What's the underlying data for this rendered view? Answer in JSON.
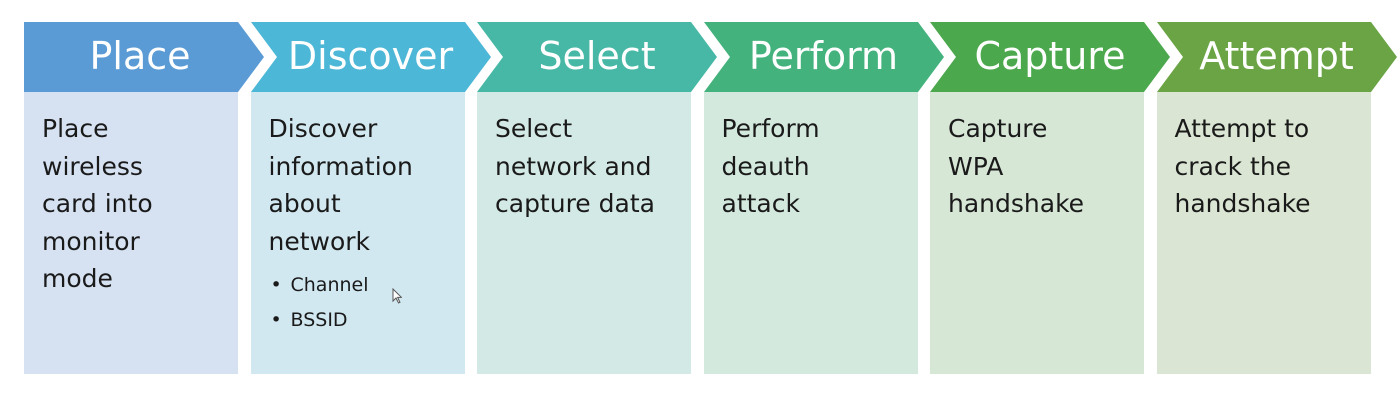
{
  "steps": [
    {
      "title": "Place",
      "body": "Place\nwireless\ncard into\nmonitor\nmode",
      "bullets": [],
      "colors": {
        "chevron": "#5b9bd5",
        "panel": "#d6e2f2"
      }
    },
    {
      "title": "Discover",
      "body": "Discover\ninformation\nabout\nnetwork",
      "bullets": [
        "Channel",
        "BSSID"
      ],
      "colors": {
        "chevron": "#4cb7d6",
        "panel": "#d2e8f1"
      }
    },
    {
      "title": "Select",
      "body": "Select\nnetwork and\ncapture data",
      "bullets": [],
      "colors": {
        "chevron": "#47b8a6",
        "panel": "#d3e9e5"
      }
    },
    {
      "title": "Perform",
      "body": "Perform\ndeauth\nattack",
      "bullets": [],
      "colors": {
        "chevron": "#43b27c",
        "panel": "#d3e9de"
      }
    },
    {
      "title": "Capture",
      "body": "Capture\nWPA\nhandshake",
      "bullets": [],
      "colors": {
        "chevron": "#4ca84c",
        "panel": "#d6e7d6"
      }
    },
    {
      "title": "Attempt",
      "body": "Attempt to\ncrack the\nhandshake",
      "bullets": [],
      "colors": {
        "chevron": "#6aa444",
        "panel": "#dae6d3"
      }
    }
  ]
}
